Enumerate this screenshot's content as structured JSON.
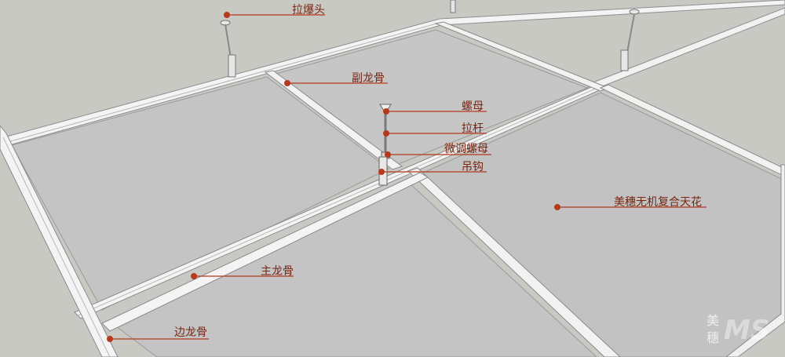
{
  "labels": {
    "expansion_bolt": "拉爆头",
    "secondary_keel": "副龙骨",
    "nut": "螺母",
    "rod": "拉杆",
    "fine_tune_nut": "微调螺母",
    "hook": "吊钩",
    "ceiling_panel": "美穗无机复合天花",
    "main_keel": "主龙骨",
    "edge_keel": "边龙骨"
  },
  "watermark": {
    "line1": "美",
    "line2": "穗",
    "logo": "MS"
  },
  "colors": {
    "marker": "#b5391c",
    "leader": "#b5391c",
    "label_text": "#7a2512",
    "panel": "#c2c2c2",
    "rail": "#f4f4f4",
    "background": "#c9c9c4"
  }
}
